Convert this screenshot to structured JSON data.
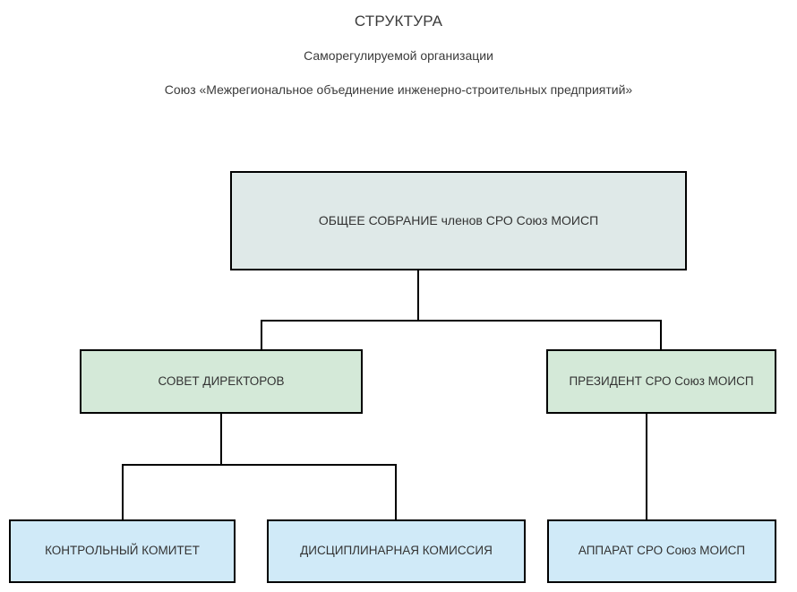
{
  "header": {
    "title": "СТРУКТУРА",
    "subtitle_1": "Саморегулируемой организации",
    "subtitle_2": "Союз «Межрегиональное объединение инженерно-строительных предприятий»"
  },
  "chart_data": {
    "type": "diagram",
    "diagram_type": "organizational-chart",
    "title": "СТРУКТУРА",
    "orientation": "top-down",
    "levels": 3,
    "colors": {
      "level_1_fill": "#dfe9e8",
      "level_2_fill": "#d4e9d8",
      "level_3_fill": "#d0eaf8",
      "border": "#000000",
      "text": "#333333",
      "background": "#ffffff"
    },
    "nodes": [
      {
        "id": "general-assembly",
        "label": "ОБЩЕЕ СОБРАНИЕ членов СРО Союз МОИСП",
        "level": 1,
        "fill": "#dfe9e8"
      },
      {
        "id": "board-of-directors",
        "label": "СОВЕТ ДИРЕКТОРОВ",
        "level": 2,
        "fill": "#d4e9d8"
      },
      {
        "id": "president",
        "label": "ПРЕЗИДЕНТ СРО Союз МОИСП",
        "level": 2,
        "fill": "#d4e9d8"
      },
      {
        "id": "control-committee",
        "label": "КОНТРОЛЬНЫЙ КОМИТЕТ",
        "level": 3,
        "fill": "#d0eaf8"
      },
      {
        "id": "disciplinary-commission",
        "label": "ДИСЦИПЛИНАРНАЯ КОМИССИЯ",
        "level": 3,
        "fill": "#d0eaf8"
      },
      {
        "id": "apparatus",
        "label": "АППАРАТ СРО Союз МОИСП",
        "level": 3,
        "fill": "#d0eaf8"
      }
    ],
    "edges": [
      {
        "from": "general-assembly",
        "to": "board-of-directors"
      },
      {
        "from": "general-assembly",
        "to": "president"
      },
      {
        "from": "board-of-directors",
        "to": "control-committee"
      },
      {
        "from": "board-of-directors",
        "to": "disciplinary-commission"
      },
      {
        "from": "president",
        "to": "apparatus"
      }
    ]
  }
}
